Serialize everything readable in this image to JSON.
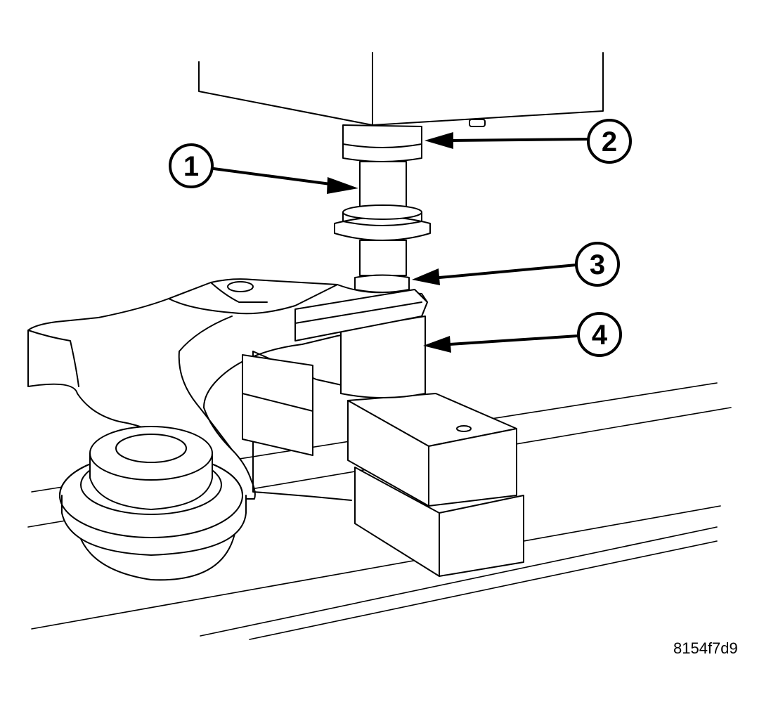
{
  "figure": {
    "id": "8154f7d9"
  },
  "callouts": [
    {
      "number": "1"
    },
    {
      "number": "2"
    },
    {
      "number": "3"
    },
    {
      "number": "4"
    }
  ],
  "colors": {
    "line": "#000000",
    "background": "#ffffff"
  }
}
